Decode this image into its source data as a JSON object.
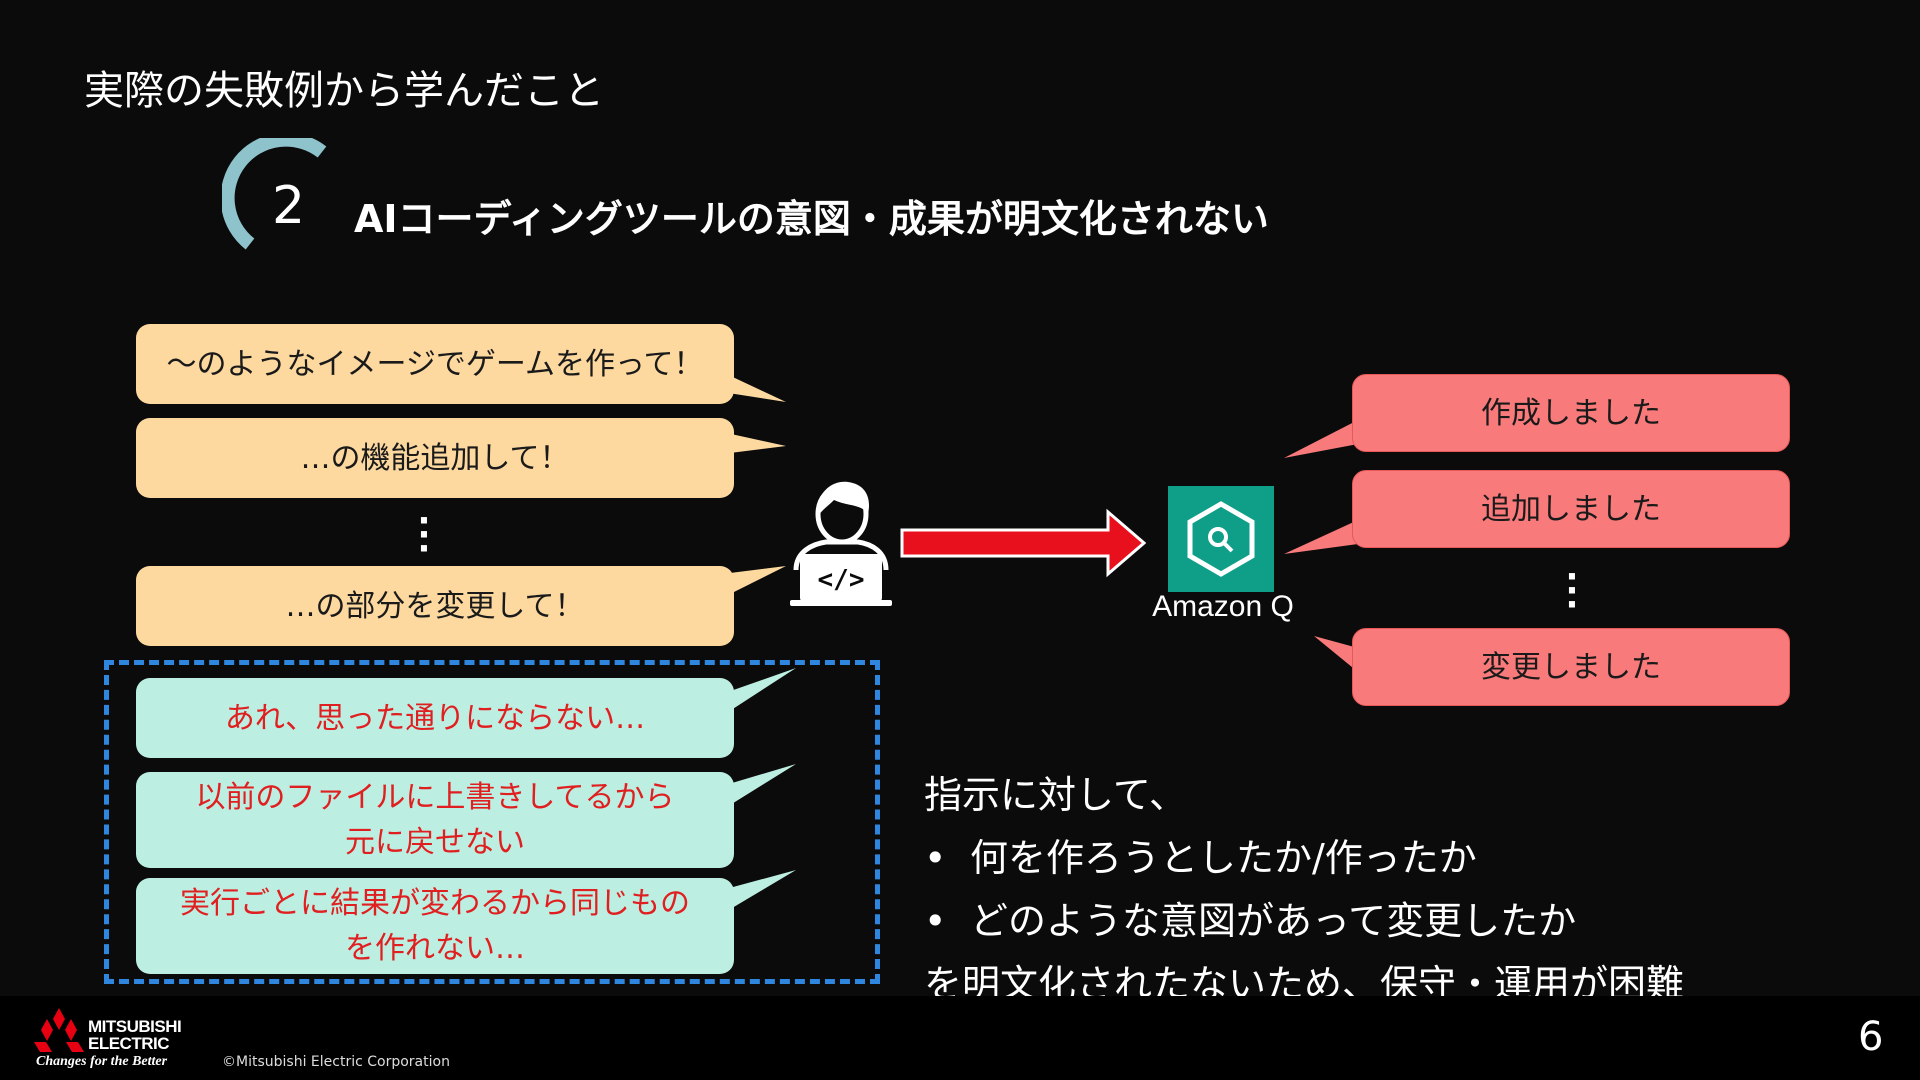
{
  "slide": {
    "title": "実際の失敗例から学んだこと",
    "section_number": "2",
    "section_heading": "AIコーディングツールの意図・成果が明文化されない"
  },
  "user_prompts": [
    "～のようなイメージでゲームを作って！",
    "…の機能追加して！",
    "…の部分を変更して！"
  ],
  "user_reactions": [
    [
      "あれ、思った通りにならない…"
    ],
    [
      "以前のファイルに上書きしてるから",
      "元に戻せない"
    ],
    [
      "実行ごとに結果が変わるから同じもの",
      "を作れない…"
    ]
  ],
  "ai": {
    "name": "Amazon Q",
    "responses": [
      "作成しました",
      "追加しました",
      "変更しました"
    ]
  },
  "summary": {
    "intro": "指示に対して、",
    "bullets": [
      "何を作ろうとしたか/作ったか",
      "どのような意図があって変更したか"
    ],
    "conclusion": "を明文化されたないため、保守・運用が困難"
  },
  "footer": {
    "brand_line1": "MITSUBISHI",
    "brand_line2": "ELECTRIC",
    "tagline": "Changes for the Better",
    "copyright": "©Mitsubishi Electric Corporation",
    "page_number": "6"
  },
  "colors": {
    "background": "#0b0b0b",
    "prompt_bubble": "#fdd9a0",
    "reaction_bubble": "#bdeee2",
    "reaction_text": "#e02020",
    "response_bubble": "#f97a7a",
    "arrow": "#e8101c",
    "frame": "#2e86de",
    "amazon_q": "#0f9f88",
    "brand_red": "#e60012",
    "accent_arc": "#8ec3cc"
  },
  "icons": [
    "developer-laptop-icon",
    "amazon-q-hexagon-icon",
    "mitsubishi-diamonds-logo"
  ]
}
